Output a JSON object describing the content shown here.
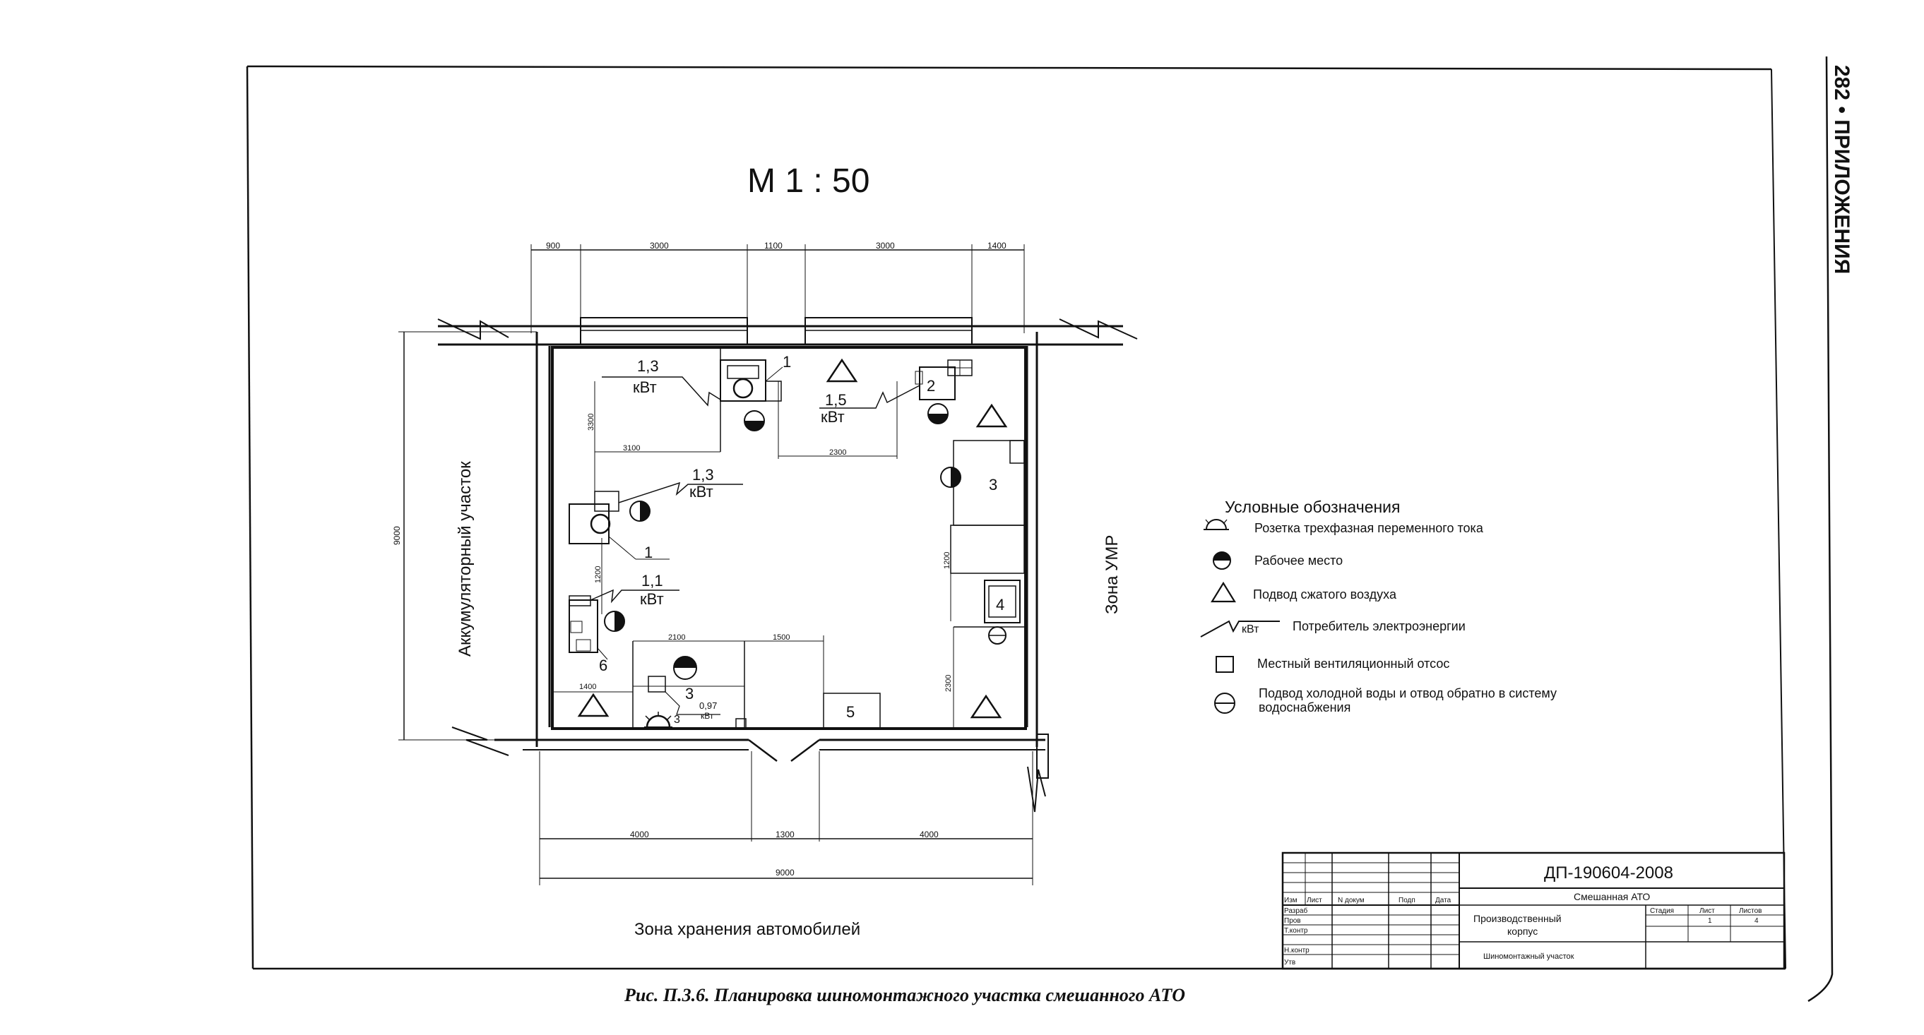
{
  "page": {
    "running_header": "282 • ПРИЛОЖЕНИЯ",
    "caption": "Рис. П.3.6. Планировка шиномонтажного участка смешанного АТО"
  },
  "drawing": {
    "scale": "М 1 : 50",
    "top_dims": [
      "900",
      "3000",
      "1100",
      "3000",
      "1400"
    ],
    "bottom_dims": [
      "4000",
      "1300",
      "4000"
    ],
    "overall_width": "9000",
    "left_dim": "9000",
    "inner_dims": {
      "d3300": "3300",
      "d3100": "3100",
      "d2300": "2300",
      "d1200a": "1200",
      "d1200b": "1200",
      "d2100": "2100",
      "d1500": "1500",
      "d1400": "1400",
      "d2300b": "2300"
    },
    "zones": {
      "left": "Аккумуляторный участок",
      "right": "Зона УМР",
      "bottom": "Зона хранения автомобилей"
    },
    "power_labels": [
      {
        "value": "1,3",
        "unit": "кВт"
      },
      {
        "value": "1,5",
        "unit": "кВт"
      },
      {
        "value": "1,3",
        "unit": "кВт"
      },
      {
        "value": "1,1",
        "unit": "кВт"
      },
      {
        "value": "0,97",
        "unit": "кВт"
      }
    ],
    "equipment_numbers": [
      "1",
      "2",
      "3",
      "1",
      "6",
      "3",
      "5",
      "4"
    ],
    "socket_number": "3"
  },
  "legend": {
    "title": "Условные обозначения",
    "items": [
      {
        "icon": "three-phase-socket-icon",
        "label": "Розетка трехфазная переменного тока"
      },
      {
        "icon": "workplace-icon",
        "label": "Рабочее место"
      },
      {
        "icon": "compressed-air-icon",
        "label": "Подвод сжатого воздуха"
      },
      {
        "icon": "power-consumer-icon",
        "unit": "кВт",
        "label": "Потребитель электроэнергии"
      },
      {
        "icon": "ventilation-icon",
        "label": "Местный вентиляционный отсос"
      },
      {
        "icon": "water-supply-icon",
        "label": "Подвод холодной воды и отвод обратно в систему",
        "label2": "водоснабжения"
      }
    ]
  },
  "title_block": {
    "code": "ДП-190604-2008",
    "org": "Смешанная АТО",
    "header_cols": [
      "Изм",
      "Лист",
      "N докум",
      "Подп",
      "Дата"
    ],
    "roles": [
      "Разраб",
      "Пров",
      "Т.контр",
      "Н.контр",
      "Утв"
    ],
    "object": "Производственный",
    "object2": "корпус",
    "sheet_headers": [
      "Стадия",
      "Лист",
      "Листов"
    ],
    "sheet_values": [
      "",
      "1",
      "4"
    ],
    "section": "Шиномонтажный участок"
  }
}
